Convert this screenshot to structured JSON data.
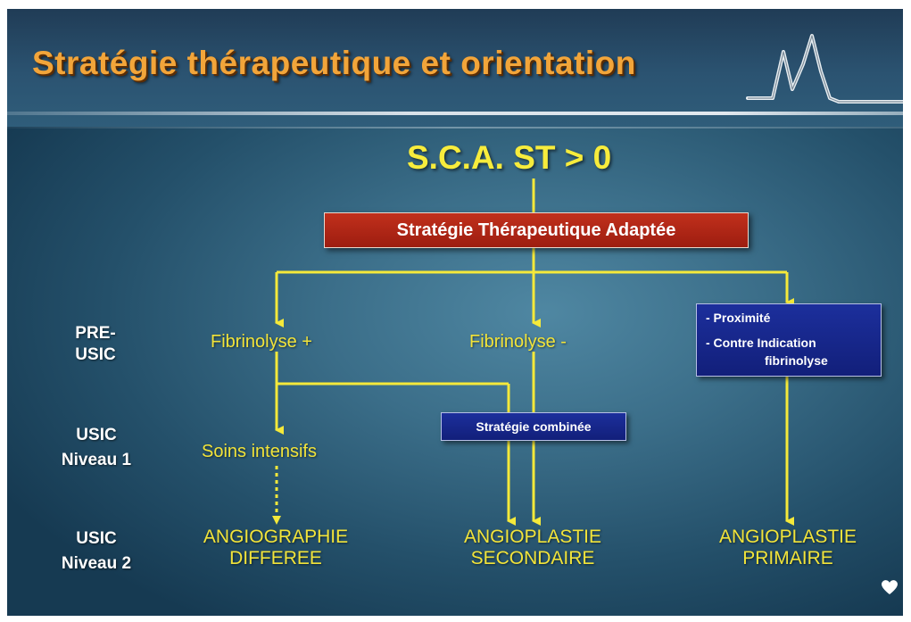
{
  "slide": {
    "title": "Stratégie thérapeutique et orientation",
    "colors": {
      "title": "#f2a53a",
      "main_title": "#f7ec3c",
      "arrows": "#f5e93a",
      "red_box": "#b3281a",
      "blue_box": "#1a2a8f",
      "background": "#3b6e89"
    }
  },
  "diagram": {
    "main_title": "S.C.A. ST > 0",
    "strategy_box": "Stratégie Thérapeutique Adaptée",
    "levels": {
      "pre_usic": {
        "line1": "PRE-",
        "line2": "USIC"
      },
      "usic_1": {
        "line1": "USIC",
        "line2": "Niveau 1"
      },
      "usic_2": {
        "line1": "USIC",
        "line2": "Niveau 2"
      }
    },
    "nodes": {
      "fibrinolyse_plus": "Fibrinolyse +",
      "fibrinolyse_minus": "Fibrinolyse -",
      "soins_intensifs": "Soins intensifs",
      "strategie_combinee": "Stratégie combinée",
      "proximite_box": {
        "line1": "- Proximité",
        "line2": "- Contre Indication",
        "line3": "fibrinolyse"
      }
    },
    "outcomes": {
      "angiographie": {
        "line1": "ANGIOGRAPHIE",
        "line2": "DIFFEREE"
      },
      "angioplastie_secondaire": {
        "line1": "ANGIOPLASTIE",
        "line2": "SECONDAIRE"
      },
      "angioplastie_primaire": {
        "line1": "ANGIOPLASTIE",
        "line2": "PRIMAIRE"
      }
    }
  },
  "icons": {
    "ecg": "ecg-trace-icon",
    "logo": "heart-logo-icon"
  }
}
